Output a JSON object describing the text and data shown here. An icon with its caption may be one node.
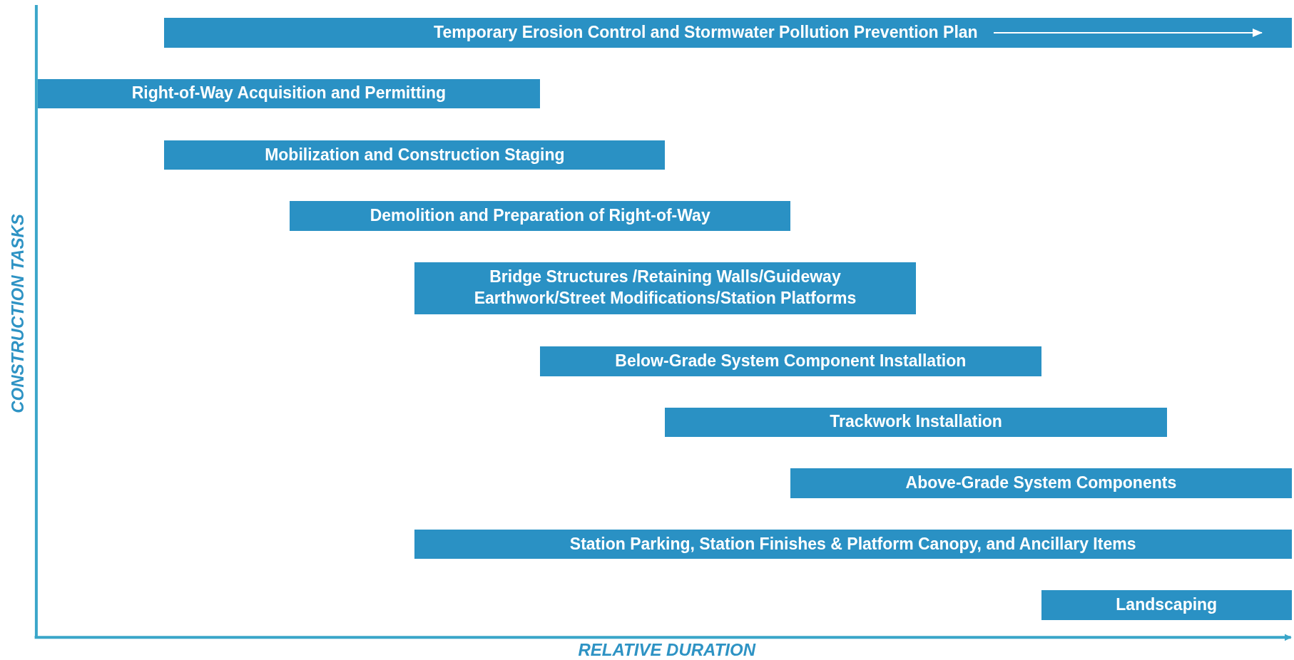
{
  "diagram": {
    "nodes": [
      {
        "text": [
          "Temporary Erosion Control and Stormwater Pollution Prevention Plan"
        ]
      },
      {
        "text": [
          "Right-of-Way Acquisition and Permitting"
        ]
      },
      {
        "text": [
          "Mobilization and Construction Staging"
        ]
      },
      {
        "text": [
          "Demolition and Preparation of Right-of-Way"
        ]
      },
      {
        "text": [
          "Bridge Structures /Retaining Walls/Guideway Earthwork/Street Modifications/Station Platforms"
        ]
      },
      {
        "text": [
          "Below-Grade System Component Installation"
        ]
      },
      {
        "text": [
          "Trackwork Installation"
        ]
      },
      {
        "text": [
          "Above-Grade System Components"
        ]
      },
      {
        "text": [
          "Station Parking, Station Finishes & Platform Canopy, and Ancillary Items"
        ]
      },
      {
        "text": [
          "Landscaping"
        ]
      }
    ],
    "labels": [
      "CONSTRUCTION TASKS",
      "RELATIVE DURATION"
    ]
  }
}
